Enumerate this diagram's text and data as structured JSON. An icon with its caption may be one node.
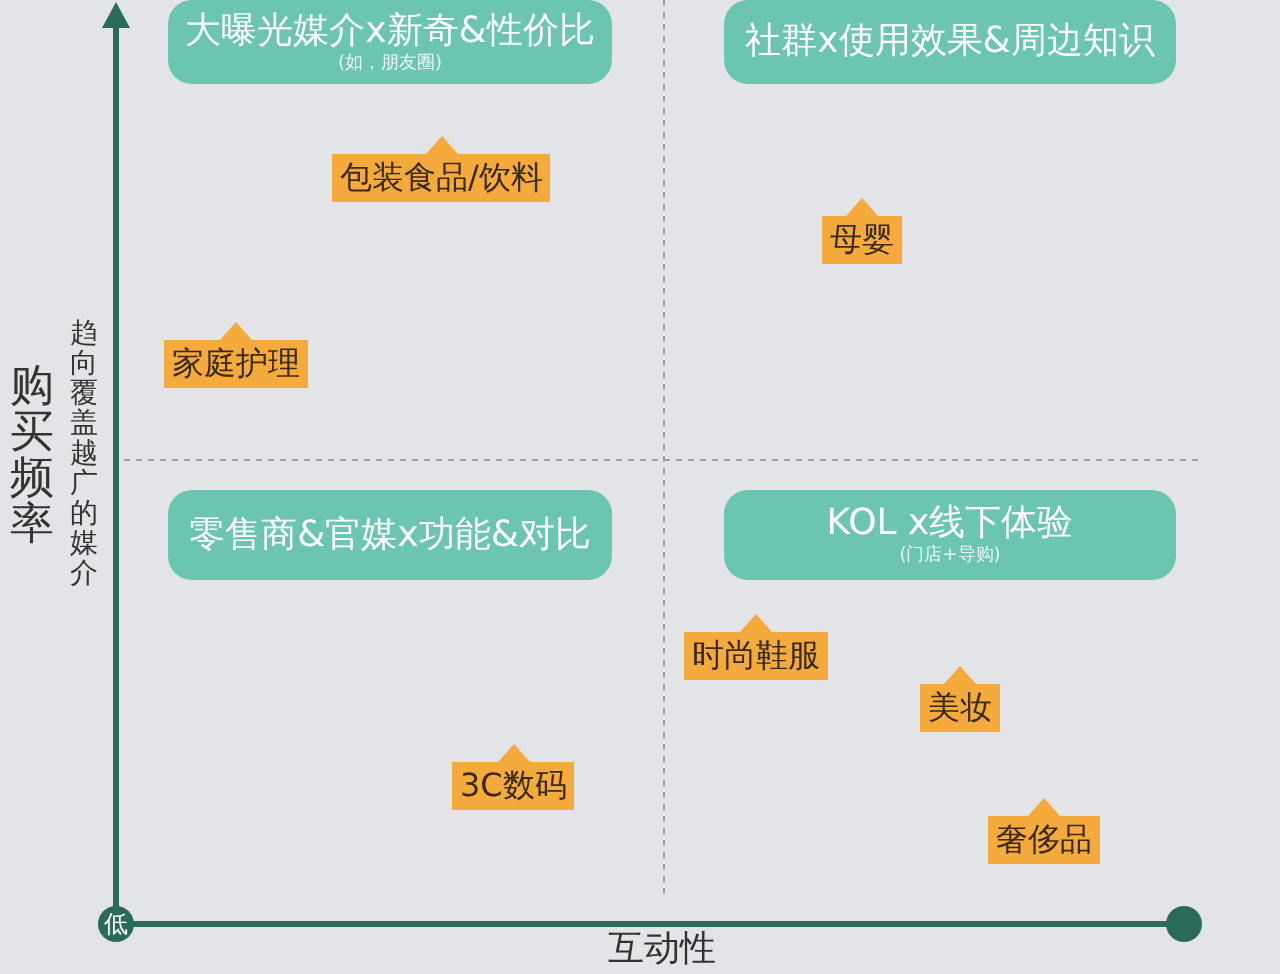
{
  "diagram": {
    "nodes": [
      {
        "text": [
          "大曝光媒介x新奇&性价比",
          "(如，朋友圈)"
        ]
      },
      {
        "text": [
          "社群x使用效果&周边知识"
        ]
      },
      {
        "text": [
          "零售商&官媒x功能&对比"
        ]
      },
      {
        "text": [
          "KOL x线下体验",
          "(门店+导购)"
        ]
      },
      {
        "text": [
          "包装食品/饮料"
        ]
      },
      {
        "text": [
          "母婴"
        ]
      },
      {
        "text": [
          "家庭护理"
        ]
      },
      {
        "text": [
          "时尚鞋服"
        ]
      },
      {
        "text": [
          "美妆"
        ]
      },
      {
        "text": [
          "3C数码"
        ]
      },
      {
        "text": [
          "奢侈品"
        ]
      }
    ],
    "edges": [],
    "labels": [
      "购买频率",
      "趋向覆盖越广的媒介",
      "低",
      "互动性"
    ]
  }
}
